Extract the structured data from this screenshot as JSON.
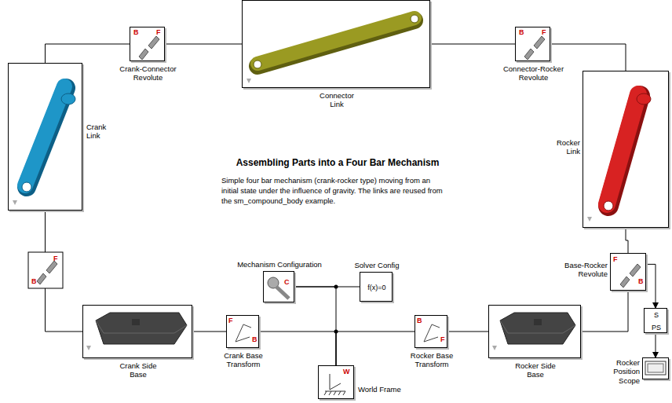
{
  "diagram": {
    "title": "Assembling Parts into a Four Bar Mechanism",
    "caption": "Simple four bar mechanism (crank-rocker type) moving from an initial state under the influence of gravity. The links are reused from the sm_compound_body example.",
    "nodes": [
      {
        "text": [
          "Crank-Connector Revolute"
        ]
      },
      {
        "text": [
          "Connector Link"
        ]
      },
      {
        "text": [
          "Connector-Rocker Revolute"
        ]
      },
      {
        "text": [
          "Crank Link"
        ]
      },
      {
        "text": [
          "Rocker Link"
        ]
      },
      {
        "text": [
          "Mechanism Configuration"
        ]
      },
      {
        "text": [
          "Solver Config",
          "f(x)=0"
        ]
      },
      {
        "text": [
          "Base-Rocker Revolute"
        ]
      },
      {
        "text": [
          "Crank Side Base"
        ]
      },
      {
        "text": [
          "Crank Base Transform"
        ]
      },
      {
        "text": [
          "Rocker Base Transform"
        ]
      },
      {
        "text": [
          "Rocker Side Base"
        ]
      },
      {
        "text": [
          "World Frame"
        ]
      },
      {
        "text": [
          "Rocker Position Scope"
        ]
      },
      {
        "text": [
          "S",
          "PS"
        ]
      }
    ],
    "edges": [
      {
        "from": 3,
        "to": 0,
        "arrow": "none"
      },
      {
        "from": 0,
        "to": 1,
        "arrow": "none"
      },
      {
        "from": 1,
        "to": 2,
        "arrow": "none"
      },
      {
        "from": 2,
        "to": 4,
        "arrow": "none"
      },
      {
        "from": 3,
        "to": 8,
        "arrow": "none"
      },
      {
        "from": 8,
        "to": 9,
        "arrow": "none"
      },
      {
        "from": 9,
        "to": 12,
        "arrow": "none"
      },
      {
        "from": 10,
        "to": 12,
        "arrow": "none"
      },
      {
        "from": 5,
        "to": 6,
        "arrow": "none"
      },
      {
        "from": 5,
        "to": 12,
        "arrow": "none"
      },
      {
        "from": 10,
        "to": 11,
        "arrow": "none"
      },
      {
        "from": 11,
        "to": 7,
        "arrow": "none"
      },
      {
        "from": 7,
        "to": 4,
        "arrow": "none"
      },
      {
        "from": 7,
        "to": 14,
        "arrow": "to"
      },
      {
        "from": 14,
        "to": 13,
        "arrow": "to"
      }
    ],
    "labels": [
      "B",
      "F",
      "B",
      "F",
      "F",
      "B",
      "F",
      "B",
      "F",
      "B",
      "B",
      "F",
      "C",
      "W"
    ]
  }
}
